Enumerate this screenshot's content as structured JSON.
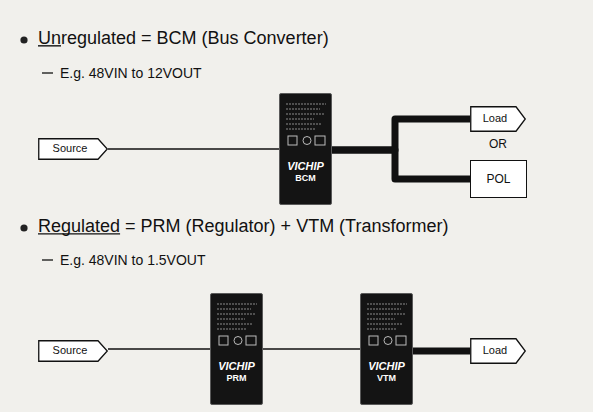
{
  "diagram": {
    "nodes": [
      {
        "text": [
          "Source"
        ]
      },
      {
        "text": [
          "VICHIP",
          "BCM"
        ]
      },
      {
        "text": [
          "Load"
        ]
      },
      {
        "text": [
          "POL"
        ]
      },
      {
        "text": [
          "Source"
        ]
      },
      {
        "text": [
          "VICHIP",
          "PRM"
        ]
      },
      {
        "text": [
          "VICHIP",
          "VTM"
        ]
      },
      {
        "text": [
          "Load"
        ]
      }
    ],
    "edges": [
      {
        "from": 0,
        "to": 1,
        "arrow": "none"
      },
      {
        "from": 1,
        "to": 2,
        "arrow": "none"
      },
      {
        "from": 1,
        "to": 3,
        "arrow": "none"
      },
      {
        "from": 4,
        "to": 5,
        "arrow": "none"
      },
      {
        "from": 5,
        "to": 6,
        "arrow": "none"
      },
      {
        "from": 6,
        "to": 7,
        "arrow": "none"
      }
    ],
    "labels": [
      "Unregulated = BCM (Bus Converter)",
      "E.g. 48VIN to 12VOUT",
      "OR",
      "Regulated = PRM (Regulator) + VTM (Transformer)",
      "E.g. 48VIN to 1.5VOUT"
    ]
  }
}
